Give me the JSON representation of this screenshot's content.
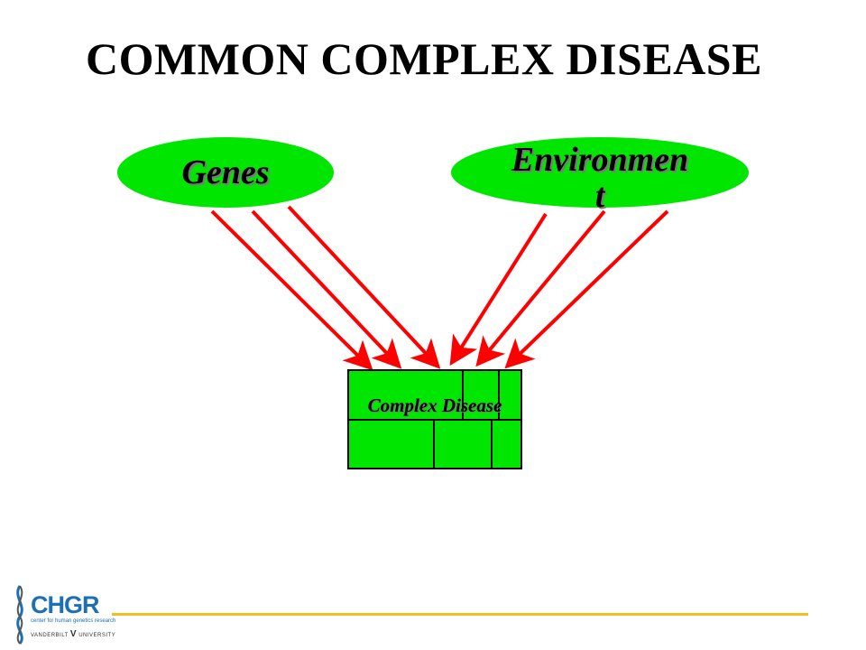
{
  "title": "COMMON COMPLEX DISEASE",
  "nodes": {
    "genes": {
      "label": "Genes"
    },
    "environment": {
      "label_line1": "Environmen",
      "label_line2": "t"
    },
    "disease": {
      "label": "Complex Disease"
    }
  },
  "logo": {
    "name": "CHGR",
    "subtitle": "center for human genetics research",
    "university_left": "VANDERBILT",
    "university_right": "UNIVERSITY"
  },
  "colors": {
    "node_fill": "#00e600",
    "arrow": "#ff0000",
    "footer_line": "#f0c020",
    "logo_blue": "#1f6fb4"
  }
}
